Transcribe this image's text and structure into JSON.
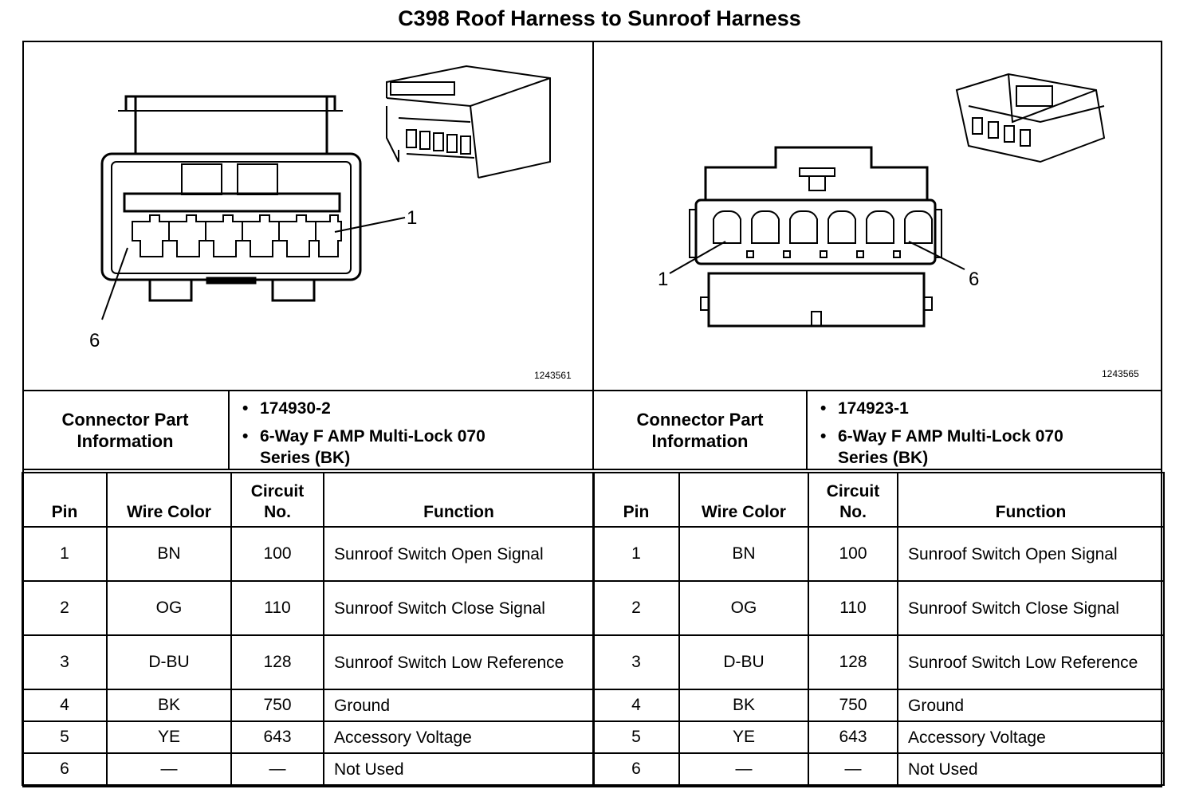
{
  "title": "C398 Roof Harness to Sunroof Harness",
  "left": {
    "figure_id": "1243561",
    "pin_labels": [
      "1",
      "6"
    ],
    "connector_part_label": "Connector Part Information",
    "part_info": [
      "174930-2",
      "6-Way F AMP Multi-Lock 070 Series (BK)"
    ],
    "headers": {
      "pin": "Pin",
      "wire_color": "Wire Color",
      "circuit": "Circuit No.",
      "function": "Function"
    },
    "rows": [
      {
        "pin": "1",
        "color": "BN",
        "circuit": "100",
        "function": "Sunroof Switch Open Signal"
      },
      {
        "pin": "2",
        "color": "OG",
        "circuit": "110",
        "function": "Sunroof Switch Close Signal"
      },
      {
        "pin": "3",
        "color": "D-BU",
        "circuit": "128",
        "function": "Sunroof Switch Low Reference"
      },
      {
        "pin": "4",
        "color": "BK",
        "circuit": "750",
        "function": "Ground"
      },
      {
        "pin": "5",
        "color": "YE",
        "circuit": "643",
        "function": "Accessory Voltage"
      },
      {
        "pin": "6",
        "color": "—",
        "circuit": "—",
        "function": "Not Used"
      }
    ]
  },
  "right": {
    "figure_id": "1243565",
    "pin_labels": [
      "1",
      "6"
    ],
    "connector_part_label": "Connector Part Information",
    "part_info": [
      "174923-1",
      "6-Way F AMP Multi-Lock 070 Series (BK)"
    ],
    "headers": {
      "pin": "Pin",
      "wire_color": "Wire Color",
      "circuit": "Circuit No.",
      "function": "Function"
    },
    "rows": [
      {
        "pin": "1",
        "color": "BN",
        "circuit": "100",
        "function": "Sunroof Switch Open Signal"
      },
      {
        "pin": "2",
        "color": "OG",
        "circuit": "110",
        "function": "Sunroof Switch Close Signal"
      },
      {
        "pin": "3",
        "color": "D-BU",
        "circuit": "128",
        "function": "Sunroof Switch Low Reference"
      },
      {
        "pin": "4",
        "color": "BK",
        "circuit": "750",
        "function": "Ground"
      },
      {
        "pin": "5",
        "color": "YE",
        "circuit": "643",
        "function": "Accessory Voltage"
      },
      {
        "pin": "6",
        "color": "—",
        "circuit": "—",
        "function": "Not Used"
      }
    ]
  }
}
